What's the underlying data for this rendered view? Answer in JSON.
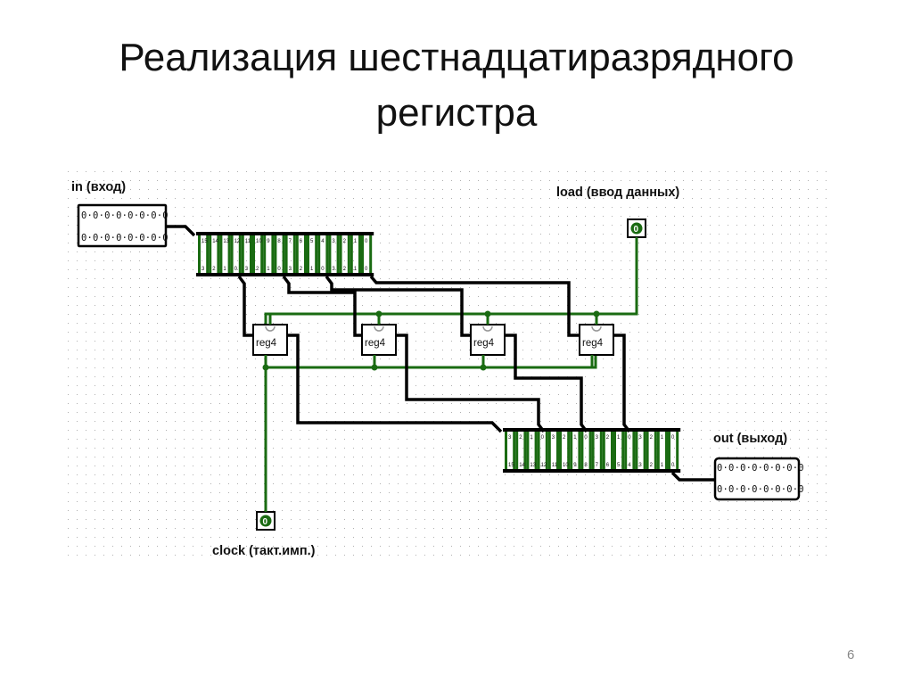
{
  "slide": {
    "title_line1": "Реализация шестнадцатиразрядного",
    "title_line2": "регистра",
    "page_number": "6"
  },
  "circuit": {
    "colors": {
      "wire_bus": "#000000",
      "wire_bit": "#1a6b12",
      "grid_dot": "#b0b0b0"
    },
    "input": {
      "label": "in (вход)",
      "row1": "0·0·0·0·0·0·0·0",
      "row2": "0·0·0·0·0·0·0·0"
    },
    "output": {
      "label": "out (выход)",
      "row1": "0·0·0·0·0·0·0·0",
      "row2": "0·0·0·0·0·0·0·0"
    },
    "load": {
      "label": "load (ввод данных)",
      "value": "0"
    },
    "clock": {
      "label": "clock (такт.имп.)",
      "value": "0"
    },
    "registers": [
      {
        "label": "reg4"
      },
      {
        "label": "reg4"
      },
      {
        "label": "reg4"
      },
      {
        "label": "reg4"
      }
    ],
    "splitter_in": {
      "top_labels": [
        "15",
        "14",
        "13",
        "12",
        "11",
        "10",
        "9",
        "8",
        "7",
        "6",
        "5",
        "4",
        "3",
        "2",
        "1",
        "0"
      ],
      "bottom_labels": [
        "3",
        "2",
        "1",
        "0",
        "3",
        "2",
        "1",
        "0",
        "3",
        "2",
        "1",
        "0",
        "3",
        "2",
        "1",
        "0"
      ]
    },
    "splitter_out": {
      "top_labels": [
        "3",
        "2",
        "1",
        "0",
        "3",
        "2",
        "1",
        "0",
        "3",
        "2",
        "1",
        "0",
        "3",
        "2",
        "1",
        "0"
      ],
      "bottom_labels": [
        "15",
        "14",
        "13",
        "12",
        "11",
        "10",
        "9",
        "8",
        "7",
        "6",
        "5",
        "4",
        "3",
        "2",
        "1",
        "0"
      ]
    }
  }
}
